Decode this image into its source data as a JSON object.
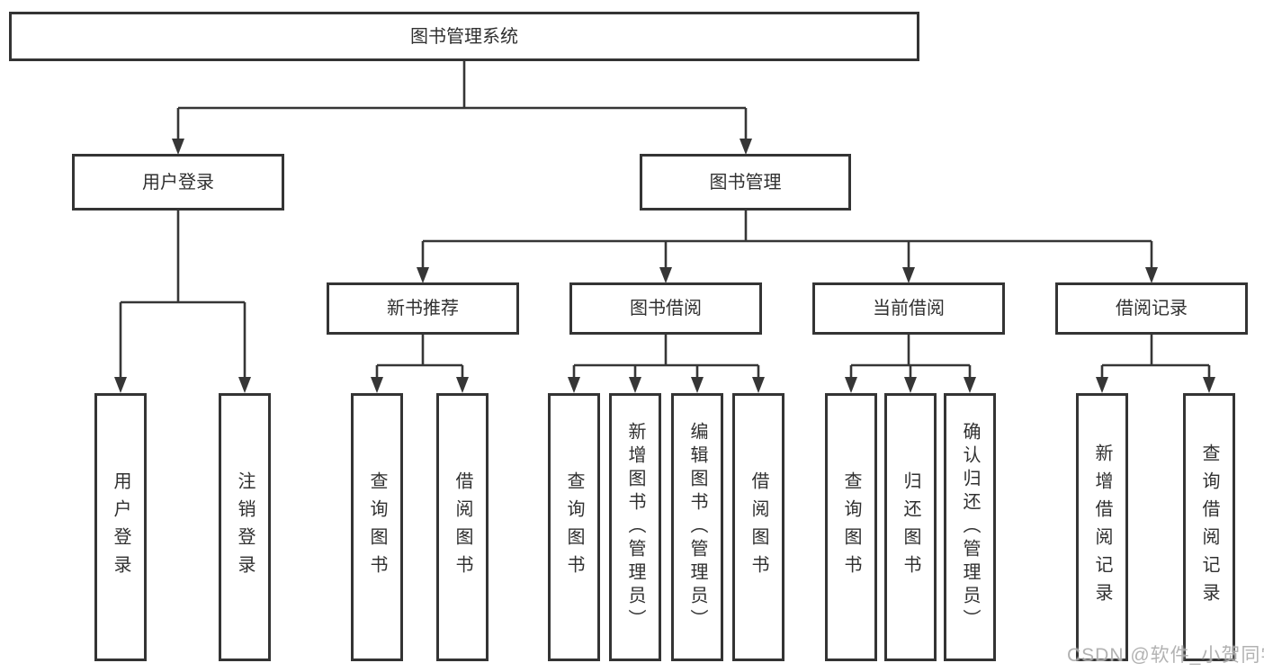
{
  "colors": {
    "line": "#363636",
    "box_border": "#343434",
    "text": "#303030",
    "background": "#ffffff",
    "watermark": "#a4a4a4"
  },
  "tree": {
    "root": {
      "label": "图书管理系统",
      "children": [
        {
          "label": "用户登录",
          "children": [
            {
              "label": "用户登录"
            },
            {
              "label": "注销登录"
            }
          ]
        },
        {
          "label": "图书管理",
          "children": [
            {
              "label": "新书推荐",
              "children": [
                {
                  "label": "查询图书"
                },
                {
                  "label": "借阅图书"
                }
              ]
            },
            {
              "label": "图书借阅",
              "children": [
                {
                  "label": "查询图书"
                },
                {
                  "label": "新增图书（管理员）"
                },
                {
                  "label": "编辑图书（管理员）"
                },
                {
                  "label": "借阅图书"
                }
              ]
            },
            {
              "label": "当前借阅",
              "children": [
                {
                  "label": "查询图书"
                },
                {
                  "label": "归还图书"
                },
                {
                  "label": "确认归还（管理员）"
                }
              ]
            },
            {
              "label": "借阅记录",
              "children": [
                {
                  "label": "新增借阅记录"
                },
                {
                  "label": "查询借阅记录"
                }
              ]
            }
          ]
        }
      ]
    }
  },
  "watermark": {
    "text": "CSDN @软件_小贺同学"
  }
}
